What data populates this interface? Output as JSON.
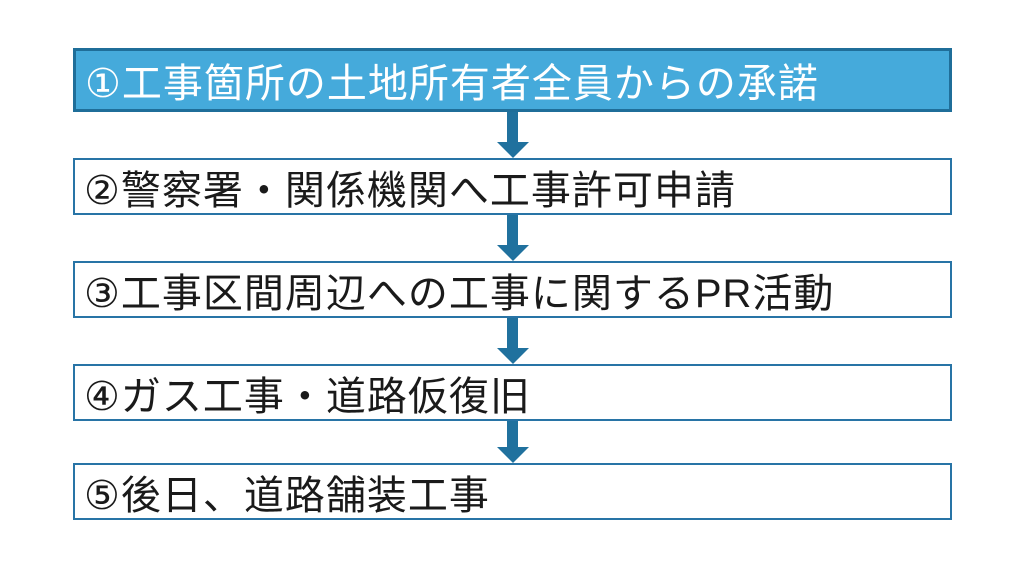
{
  "flowchart": {
    "title": "construction-process-flow",
    "steps": [
      {
        "label": "①工事箇所の土地所有者全員からの承諾",
        "highlighted": true
      },
      {
        "label": "②警察署・関係機関へ工事許可申請",
        "highlighted": false
      },
      {
        "label": "③工事区間周辺への工事に関するPR活動",
        "highlighted": false
      },
      {
        "label": "④ガス工事・道路仮復旧",
        "highlighted": false
      },
      {
        "label": "⑤後日、道路舗装工事",
        "highlighted": false
      }
    ],
    "colors": {
      "highlight_fill": "#45AADB",
      "highlight_border": "#1F6E99",
      "box_border": "#2874A6",
      "box_fill": "#FFFFFF",
      "arrow": "#20719E",
      "highlight_text": "#FFFFFF",
      "box_text": "#1A1A1A",
      "page_bg": "#FFFFFF"
    }
  }
}
